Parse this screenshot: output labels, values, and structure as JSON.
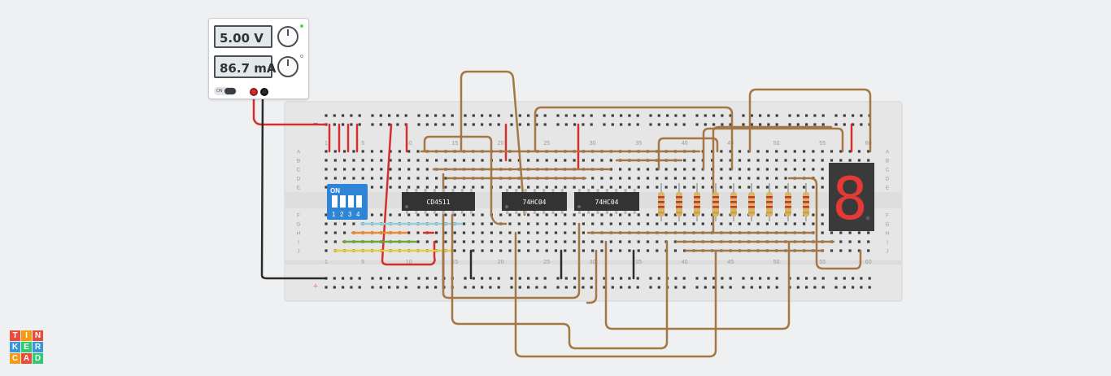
{
  "power_supply": {
    "voltage": "5.00 V",
    "current": "86.7 mA",
    "switch_label": "ON"
  },
  "breadboard": {
    "column_numbers_top": [
      "1",
      "5",
      "10",
      "15",
      "20",
      "25",
      "30",
      "35",
      "40",
      "45",
      "50",
      "55",
      "60"
    ],
    "column_numbers_bottom": [
      "1",
      "5",
      "10",
      "15",
      "20",
      "25",
      "30",
      "35",
      "40",
      "45",
      "50",
      "55",
      "60"
    ],
    "row_letters_top": [
      "A",
      "B",
      "C",
      "D",
      "E"
    ],
    "row_letters_bottom": [
      "F",
      "G",
      "H",
      "I",
      "J"
    ],
    "rail_plus": "+",
    "rail_minus": "−"
  },
  "dip_switch": {
    "label": "ON",
    "numbers": [
      "1",
      "2",
      "3",
      "4"
    ]
  },
  "chips": [
    "CD4511",
    "74HC04",
    "74HC04"
  ],
  "seven_segment_digit": "8",
  "logo_letters": [
    "T",
    "I",
    "N",
    "K",
    "E",
    "R",
    "C",
    "A",
    "D"
  ],
  "colors": {
    "wire_red": "#d32f2f",
    "wire_black": "#2b2b2b",
    "wire_brown": "#a47744",
    "wire_yellow": "#e9cd3a",
    "wire_green": "#6aa83a",
    "wire_orange": "#ef8a2e",
    "wire_cyan": "#8ecfe0",
    "dip_blue": "#2f84d6",
    "display_red": "#e53935",
    "logo_colors": [
      "#e74c3c",
      "#f39c12",
      "#3498db",
      "#2ecc71"
    ]
  }
}
